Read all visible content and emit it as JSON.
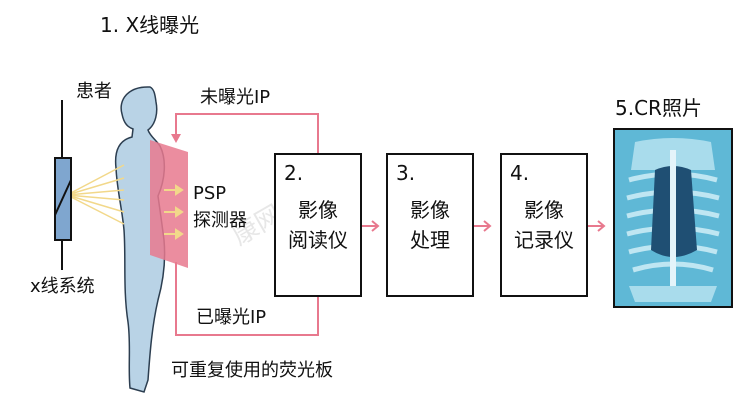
{
  "title": "1. X线曝光",
  "patient_label": "患者",
  "xray_system_label": "x线系统",
  "psp_label_line1": "PSP",
  "psp_label_line2": "探测器",
  "plate_label": "可重复使用的荧光板",
  "unexposed_label": "未曝光IP",
  "exposed_label": "已曝光IP",
  "steps": [
    {
      "num": "2.",
      "line1": "影像",
      "line2": "阅读仪"
    },
    {
      "num": "3.",
      "line1": "影像",
      "line2": "处理"
    },
    {
      "num": "4.",
      "line1": "影像",
      "line2": "记录仪"
    }
  ],
  "output_label": "5.CR照片",
  "colors": {
    "flow_arrow": "#e8798e",
    "psp_plate": "#e8798e",
    "body": "#b9d3e6",
    "beam": "#f2d88a",
    "tube": "#7fa6cf"
  }
}
